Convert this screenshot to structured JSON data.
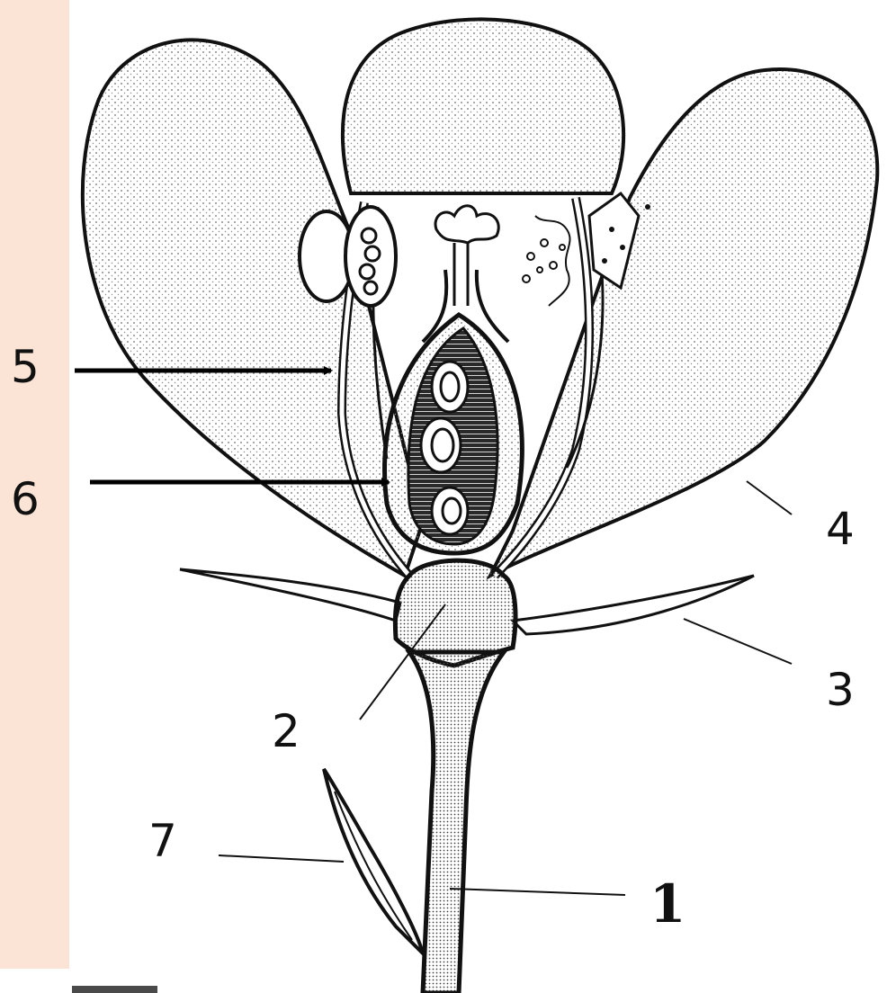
{
  "labels": {
    "l1": "1",
    "l2": "2",
    "l3": "3",
    "l4": "4",
    "l5": "5",
    "l6": "6",
    "l7": "7"
  },
  "colors": {
    "side_bar": "#fbe4d5",
    "ink": "#111111",
    "stipple": "#6b6b6b"
  }
}
